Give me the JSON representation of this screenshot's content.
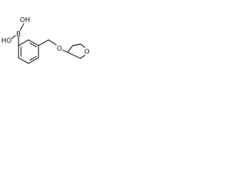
{
  "molecule": {
    "atoms": {
      "boron": "B",
      "hydroxyl_top": "OH",
      "hydroxyl_left": "HO",
      "ether_oxygen": "O",
      "ring_oxygen": "O"
    }
  }
}
